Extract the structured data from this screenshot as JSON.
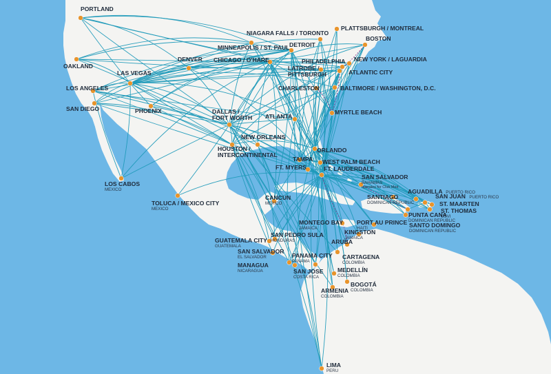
{
  "colors": {
    "ocean": "#6db7e6",
    "land": "#f4f4f2",
    "route": "#1f9ab9",
    "seasonal_route": "#8c3a8f",
    "dot": "#e8942c",
    "label": "#1e2a3a"
  },
  "hubs": [
    "Ft. Lauderdale",
    "Dallas / Fort Worth",
    "Chicago / O'Hare",
    "Las Vegas",
    "Detroit",
    "Latrobe / Pittsburgh",
    "Atlantic City"
  ],
  "cities": [
    {
      "id": "portland",
      "name": "PORTLAND"
    },
    {
      "id": "oakland",
      "name": "OAKLAND"
    },
    {
      "id": "los-angeles",
      "name": "LOS ANGELES"
    },
    {
      "id": "san-diego",
      "name": "SAN DIEGO"
    },
    {
      "id": "las-vegas",
      "name": "LAS VEGAS"
    },
    {
      "id": "phoenix",
      "name": "PHOENIX"
    },
    {
      "id": "denver",
      "name": "DENVER"
    },
    {
      "id": "minneapolis",
      "name": "MINNEAPOLIS / ST. PAUL"
    },
    {
      "id": "chicago",
      "name": "CHICAGO / O'HARE"
    },
    {
      "id": "detroit",
      "name": "DETROIT"
    },
    {
      "id": "niagara",
      "name": "NIAGARA FALLS / TORONTO"
    },
    {
      "id": "plattsburgh",
      "name": "PLATTSBURGH / MONTREAL"
    },
    {
      "id": "boston",
      "name": "BOSTON"
    },
    {
      "id": "new-york",
      "name": "NEW YORK / LAGUARDIA"
    },
    {
      "id": "philadelphia",
      "name": "PHILADELPHIA"
    },
    {
      "id": "latrobe",
      "name": "LATROBE /",
      "name2": "PITTSBURGH"
    },
    {
      "id": "atlantic-city",
      "name": "ATLANTIC CITY"
    },
    {
      "id": "baltimore",
      "name": "BALTIMORE / WASHINGTON, D.C."
    },
    {
      "id": "charleston",
      "name": "CHARLESTON"
    },
    {
      "id": "myrtle-beach",
      "name": "MYRTLE BEACH"
    },
    {
      "id": "atlanta",
      "name": "ATLANTA"
    },
    {
      "id": "dallas",
      "name": "DALLAS /",
      "name2": "FORT WORTH"
    },
    {
      "id": "houston",
      "name": "HOUSTON /",
      "name2": "INTERCONTINENTAL"
    },
    {
      "id": "new-orleans",
      "name": "NEW ORLEANS"
    },
    {
      "id": "orlando",
      "name": "ORLANDO"
    },
    {
      "id": "tampa",
      "name": "TAMPA"
    },
    {
      "id": "west-palm-beach",
      "name": "WEST PALM BEACH"
    },
    {
      "id": "ft-myers",
      "name": "FT. MYERS"
    },
    {
      "id": "ft-lauderdale",
      "name": "FT. LAUDERDALE"
    },
    {
      "id": "los-cabos",
      "name": "LOS CABOS",
      "country": "MEXICO"
    },
    {
      "id": "toluca",
      "name": "TOLUCA / MEXICO CITY",
      "country": "MEXICO"
    },
    {
      "id": "cancun",
      "name": "CANCUN",
      "country": "MEXICO"
    },
    {
      "id": "san-salvador-bahamas",
      "name": "SAN SALVADOR",
      "country": "BAHAMAS",
      "note": "operates for Club Med"
    },
    {
      "id": "aguadilla",
      "name": "AGUADILLA",
      "country": "PUERTO RICO"
    },
    {
      "id": "san-juan",
      "name": "SAN JUAN",
      "country": "PUERTO RICO"
    },
    {
      "id": "st-maarten",
      "name": "ST. MAARTEN"
    },
    {
      "id": "st-thomas",
      "name": "ST. THOMAS",
      "country": "USVI"
    },
    {
      "id": "santiago",
      "name": "SANTIAGO",
      "country": "DOMINICAN REPUBLIC"
    },
    {
      "id": "punta-cana",
      "name": "PUNTA CANA",
      "country": "DOMINICAN REPUBLIC"
    },
    {
      "id": "santo-domingo",
      "name": "SANTO DOMINGO",
      "country": "DOMINICAN REPUBLIC"
    },
    {
      "id": "montego-bay",
      "name": "MONTEGO BAY",
      "country": "JAMAICA"
    },
    {
      "id": "port-au-prince",
      "name": "PORT AU PRINCE",
      "country": "HAITI"
    },
    {
      "id": "kingston",
      "name": "KINGSTON",
      "country": "JAMAICA"
    },
    {
      "id": "guatemala-city",
      "name": "GUATEMALA CITY",
      "country": "GUATEMALA"
    },
    {
      "id": "san-pedro-sula",
      "name": "SAN PEDRO SULA",
      "country": "HONDURAS"
    },
    {
      "id": "san-salvador-es",
      "name": "SAN SALVADOR",
      "country": "EL SALVADOR"
    },
    {
      "id": "managua",
      "name": "MANAGUA",
      "country": "NICARAGUA"
    },
    {
      "id": "san-jose",
      "name": "SAN JOSE",
      "country": "COSTA RICA"
    },
    {
      "id": "panama-city",
      "name": "PANAMA CITY",
      "country": "PANAMA"
    },
    {
      "id": "aruba",
      "name": "ARUBA"
    },
    {
      "id": "cartagena",
      "name": "CARTAGENA",
      "country": "COLOMBIA"
    },
    {
      "id": "medellin",
      "name": "MEDELLÍN",
      "country": "COLOMBIA"
    },
    {
      "id": "bogota",
      "name": "BOGOTÁ",
      "country": "COLOMBIA"
    },
    {
      "id": "armenia",
      "name": "ARMENIA",
      "country": "COLOMBIA"
    },
    {
      "id": "lima",
      "name": "LIMA",
      "country": "PERU"
    }
  ],
  "routes": [
    [
      "portland",
      "las-vegas"
    ],
    [
      "portland",
      "denver"
    ],
    [
      "portland",
      "chicago"
    ],
    [
      "portland",
      "detroit"
    ],
    [
      "portland",
      "dallas"
    ],
    [
      "portland",
      "minneapolis"
    ],
    [
      "portland",
      "latrobe"
    ],
    [
      "oakland",
      "las-vegas"
    ],
    [
      "oakland",
      "chicago"
    ],
    [
      "oakland",
      "detroit"
    ],
    [
      "oakland",
      "dallas"
    ],
    [
      "oakland",
      "minneapolis"
    ],
    [
      "oakland",
      "atlantic-city"
    ],
    [
      "los-angeles",
      "las-vegas"
    ],
    [
      "los-angeles",
      "chicago"
    ],
    [
      "los-angeles",
      "detroit"
    ],
    [
      "los-angeles",
      "dallas"
    ],
    [
      "los-angeles",
      "ft-lauderdale"
    ],
    [
      "los-angeles",
      "atlanta"
    ],
    [
      "los-angeles",
      "philadelphia"
    ],
    [
      "los-angeles",
      "houston"
    ],
    [
      "san-diego",
      "las-vegas"
    ],
    [
      "san-diego",
      "chicago"
    ],
    [
      "san-diego",
      "detroit"
    ],
    [
      "san-diego",
      "dallas"
    ],
    [
      "san-diego",
      "houston"
    ],
    [
      "san-diego",
      "ft-lauderdale"
    ],
    [
      "las-vegas",
      "chicago"
    ],
    [
      "las-vegas",
      "detroit"
    ],
    [
      "las-vegas",
      "dallas"
    ],
    [
      "las-vegas",
      "minneapolis"
    ],
    [
      "las-vegas",
      "niagara"
    ],
    [
      "las-vegas",
      "boston"
    ],
    [
      "las-vegas",
      "new-york"
    ],
    [
      "las-vegas",
      "philadelphia"
    ],
    [
      "las-vegas",
      "latrobe"
    ],
    [
      "las-vegas",
      "atlantic-city"
    ],
    [
      "las-vegas",
      "baltimore"
    ],
    [
      "las-vegas",
      "houston"
    ],
    [
      "las-vegas",
      "atlanta"
    ],
    [
      "las-vegas",
      "ft-lauderdale"
    ],
    [
      "las-vegas",
      "denver"
    ],
    [
      "las-vegas",
      "phoenix"
    ],
    [
      "phoenix",
      "chicago"
    ],
    [
      "phoenix",
      "dallas"
    ],
    [
      "phoenix",
      "detroit"
    ],
    [
      "phoenix",
      "houston"
    ],
    [
      "denver",
      "chicago"
    ],
    [
      "denver",
      "detroit"
    ],
    [
      "denver",
      "dallas"
    ],
    [
      "denver",
      "atlantic-city"
    ],
    [
      "denver",
      "ft-lauderdale"
    ],
    [
      "los-cabos",
      "las-vegas"
    ],
    [
      "los-cabos",
      "los-angeles"
    ],
    [
      "los-cabos",
      "dallas"
    ],
    [
      "los-cabos",
      "chicago"
    ],
    [
      "toluca",
      "dallas"
    ],
    [
      "toluca",
      "ft-lauderdale"
    ],
    [
      "minneapolis",
      "dallas"
    ],
    [
      "minneapolis",
      "ft-lauderdale"
    ],
    [
      "minneapolis",
      "orlando"
    ],
    [
      "chicago",
      "dallas"
    ],
    [
      "chicago",
      "houston"
    ],
    [
      "chicago",
      "atlanta"
    ],
    [
      "chicago",
      "orlando"
    ],
    [
      "chicago",
      "tampa"
    ],
    [
      "chicago",
      "ft-myers"
    ],
    [
      "chicago",
      "ft-lauderdale"
    ],
    [
      "chicago",
      "west-palm-beach"
    ],
    [
      "chicago",
      "myrtle-beach"
    ],
    [
      "chicago",
      "new-orleans"
    ],
    [
      "chicago",
      "cancun"
    ],
    [
      "chicago",
      "new-york"
    ],
    [
      "chicago",
      "boston"
    ],
    [
      "detroit",
      "dallas"
    ],
    [
      "detroit",
      "atlanta"
    ],
    [
      "detroit",
      "orlando"
    ],
    [
      "detroit",
      "tampa"
    ],
    [
      "detroit",
      "ft-myers"
    ],
    [
      "detroit",
      "ft-lauderdale"
    ],
    [
      "detroit",
      "myrtle-beach"
    ],
    [
      "detroit",
      "cancun"
    ],
    [
      "detroit",
      "houston"
    ],
    [
      "niagara",
      "ft-lauderdale"
    ],
    [
      "niagara",
      "orlando"
    ],
    [
      "niagara",
      "myrtle-beach"
    ],
    [
      "niagara",
      "tampa"
    ],
    [
      "plattsburgh",
      "ft-lauderdale"
    ],
    [
      "plattsburgh",
      "orlando"
    ],
    [
      "plattsburgh",
      "ft-myers"
    ],
    [
      "boston",
      "ft-lauderdale"
    ],
    [
      "boston",
      "orlando"
    ],
    [
      "boston",
      "dallas"
    ],
    [
      "boston",
      "tampa"
    ],
    [
      "boston",
      "ft-myers"
    ],
    [
      "new-york",
      "ft-lauderdale"
    ],
    [
      "new-york",
      "orlando"
    ],
    [
      "new-york",
      "dallas"
    ],
    [
      "new-york",
      "atlanta"
    ],
    [
      "new-york",
      "myrtle-beach"
    ],
    [
      "new-york",
      "houston"
    ],
    [
      "philadelphia",
      "ft-lauderdale"
    ],
    [
      "philadelphia",
      "orlando"
    ],
    [
      "philadelphia",
      "dallas"
    ],
    [
      "philadelphia",
      "myrtle-beach"
    ],
    [
      "latrobe",
      "ft-lauderdale"
    ],
    [
      "latrobe",
      "orlando"
    ],
    [
      "latrobe",
      "tampa"
    ],
    [
      "latrobe",
      "myrtle-beach"
    ],
    [
      "latrobe",
      "ft-myers"
    ],
    [
      "atlantic-city",
      "ft-lauderdale"
    ],
    [
      "atlantic-city",
      "orlando"
    ],
    [
      "atlantic-city",
      "myrtle-beach"
    ],
    [
      "atlantic-city",
      "tampa"
    ],
    [
      "atlantic-city",
      "ft-myers"
    ],
    [
      "baltimore",
      "ft-lauderdale"
    ],
    [
      "baltimore",
      "orlando"
    ],
    [
      "baltimore",
      "dallas"
    ],
    [
      "baltimore",
      "myrtle-beach"
    ],
    [
      "baltimore",
      "houston"
    ],
    [
      "charleston",
      "ft-lauderdale"
    ],
    [
      "myrtle-beach",
      "ft-lauderdale"
    ],
    [
      "atlanta",
      "ft-lauderdale"
    ],
    [
      "atlanta",
      "dallas"
    ],
    [
      "dallas",
      "ft-lauderdale"
    ],
    [
      "dallas",
      "houston"
    ],
    [
      "dallas",
      "orlando"
    ],
    [
      "dallas",
      "tampa"
    ],
    [
      "dallas",
      "cancun"
    ],
    [
      "dallas",
      "new-orleans"
    ],
    [
      "houston",
      "ft-lauderdale"
    ],
    [
      "houston",
      "orlando"
    ],
    [
      "new-orleans",
      "ft-lauderdale"
    ],
    [
      "orlando",
      "san-juan"
    ],
    [
      "orlando",
      "punta-cana"
    ],
    [
      "orlando",
      "santo-domingo"
    ],
    [
      "ft-lauderdale",
      "san-salvador-bahamas"
    ],
    [
      "ft-lauderdale",
      "aguadilla"
    ],
    [
      "ft-lauderdale",
      "san-juan"
    ],
    [
      "ft-lauderdale",
      "st-maarten"
    ],
    [
      "ft-lauderdale",
      "st-thomas"
    ],
    [
      "ft-lauderdale",
      "santiago"
    ],
    [
      "ft-lauderdale",
      "punta-cana"
    ],
    [
      "ft-lauderdale",
      "santo-domingo"
    ],
    [
      "ft-lauderdale",
      "montego-bay"
    ],
    [
      "ft-lauderdale",
      "port-au-prince"
    ],
    [
      "ft-lauderdale",
      "kingston"
    ],
    [
      "ft-lauderdale",
      "cancun"
    ],
    [
      "ft-lauderdale",
      "guatemala-city"
    ],
    [
      "ft-lauderdale",
      "san-pedro-sula"
    ],
    [
      "ft-lauderdale",
      "san-salvador-es"
    ],
    [
      "ft-lauderdale",
      "managua"
    ],
    [
      "ft-lauderdale",
      "san-jose"
    ],
    [
      "ft-lauderdale",
      "panama-city"
    ],
    [
      "ft-lauderdale",
      "aruba"
    ],
    [
      "ft-lauderdale",
      "cartagena"
    ],
    [
      "ft-lauderdale",
      "medellin"
    ],
    [
      "ft-lauderdale",
      "bogota"
    ],
    [
      "ft-lauderdale",
      "armenia"
    ],
    [
      "ft-lauderdale",
      "lima"
    ],
    [
      "orlando",
      "san-salvador-bahamas"
    ],
    [
      "orlando",
      "aguadilla"
    ],
    [
      "orlando",
      "st-thomas"
    ],
    [
      "orlando",
      "montego-bay"
    ],
    [
      "orlando",
      "port-au-prince"
    ],
    [
      "orlando",
      "kingston"
    ],
    [
      "orlando",
      "cancun"
    ],
    [
      "orlando",
      "cartagena"
    ],
    [
      "orlando",
      "medellin"
    ],
    [
      "orlando",
      "bogota"
    ],
    [
      "orlando",
      "san-jose"
    ],
    [
      "orlando",
      "panama-city"
    ],
    [
      "orlando",
      "lima"
    ],
    [
      "west-palm-beach",
      "san-juan"
    ],
    [
      "west-palm-beach",
      "punta-cana"
    ],
    [
      "tampa",
      "san-juan"
    ],
    [
      "tampa",
      "punta-cana"
    ],
    [
      "tampa",
      "st-thomas"
    ],
    [
      "houston",
      "san-pedro-sula"
    ],
    [
      "houston",
      "guatemala-city"
    ],
    [
      "houston",
      "managua"
    ],
    [
      "houston",
      "san-jose"
    ],
    [
      "houston",
      "san-salvador-es"
    ],
    [
      "dallas",
      "panama-city"
    ],
    [
      "dallas",
      "cartagena"
    ],
    [
      "dallas",
      "lima"
    ],
    [
      "dallas",
      "armenia"
    ],
    [
      "new-orleans",
      "san-pedro-sula"
    ],
    [
      "new-orleans",
      "panama-city"
    ],
    [
      "new-orleans",
      "lima"
    ],
    [
      "atlanta",
      "lima"
    ],
    [
      "atlanta",
      "armenia"
    ],
    [
      "atlanta",
      "managua"
    ],
    [
      "ft-myers",
      "san-juan"
    ],
    [
      "ft-myers",
      "punta-cana"
    ],
    [
      "san-juan",
      "st-thomas"
    ],
    [
      "san-juan",
      "st-maarten"
    ],
    [
      "san-juan",
      "punta-cana"
    ]
  ],
  "seasonal_routes": [
    [
      "myrtle-beach",
      "charleston"
    ],
    [
      "myrtle-beach",
      "atlantic-city"
    ],
    [
      "atlantic-city",
      "boston"
    ],
    [
      "ft-lauderdale",
      "montego-bay"
    ],
    [
      "san-salvador-bahamas",
      "punta-cana"
    ],
    [
      "aruba",
      "montego-bay"
    ]
  ]
}
